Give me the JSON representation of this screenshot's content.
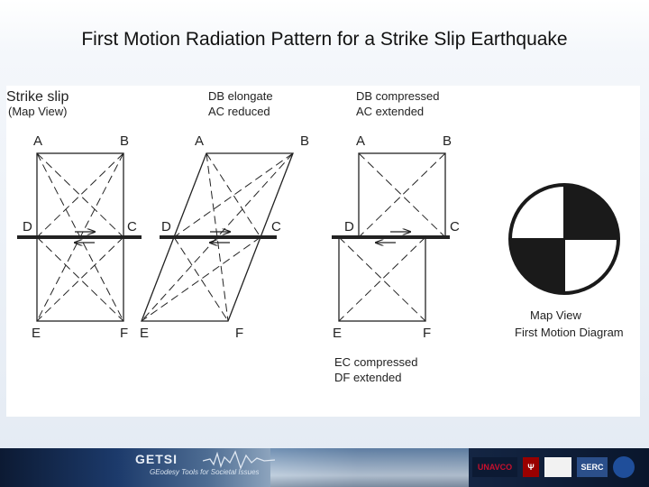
{
  "title": "First Motion Radiation Pattern for a Strike Slip Earthquake",
  "diagram": {
    "heading": "Strike slip",
    "subheading": "(Map View)",
    "panel2": {
      "line1": "DB elongate",
      "line2": "AC reduced"
    },
    "panel3_top": {
      "line1": "DB compressed",
      "line2": "AC extended"
    },
    "panel3_bottom": {
      "line1": "EC compressed",
      "line2": "DF extended"
    },
    "caption": {
      "line1": "Map View",
      "line2": "First Motion Diagram"
    },
    "labels": {
      "A": "A",
      "B": "B",
      "C": "C",
      "D": "D",
      "E": "E",
      "F": "F"
    }
  },
  "footer": {
    "logo": "GETSI",
    "tagline": "GEodesy Tools for Societal Issues",
    "partners": [
      "UNAVCO",
      "SERC"
    ]
  },
  "colors": {
    "ink": "#222222",
    "beachball": "#1a1a1a",
    "panel": "#ffffff"
  }
}
